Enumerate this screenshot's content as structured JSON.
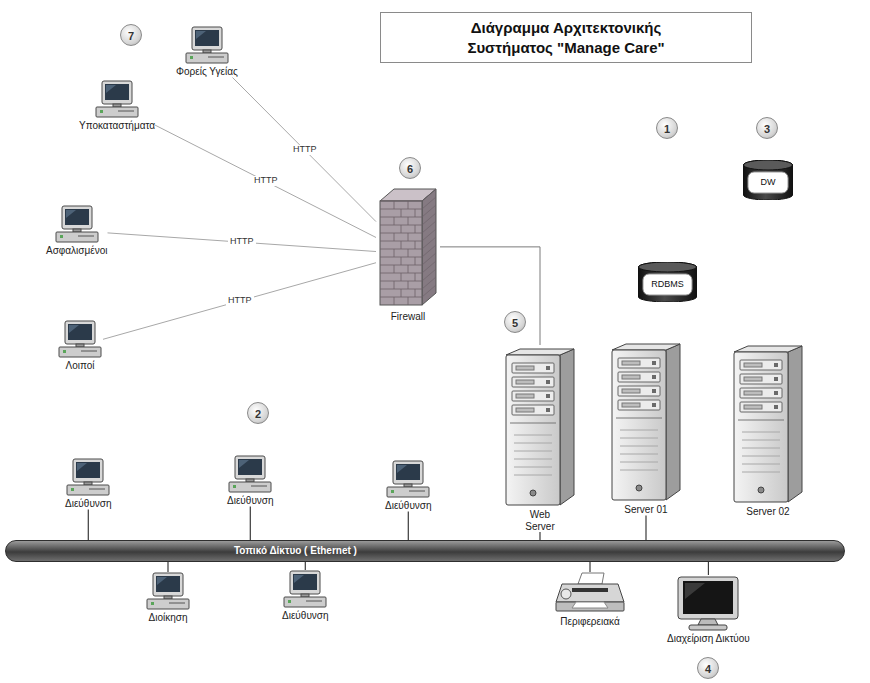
{
  "diagram": {
    "title": "Διάγραμμα Αρχιτεκτονικής Συστήματος \"Manage Care\"",
    "nodes": [
      {
        "text": [
          "Φορείς Υγείας"
        ]
      },
      {
        "text": [
          "Υποκαταστήματα"
        ]
      },
      {
        "text": [
          "Ασφαλισμένοι"
        ]
      },
      {
        "text": [
          "Firewall"
        ]
      },
      {
        "text": [
          "Λοιποί"
        ]
      },
      {
        "text": [
          "RDBMS"
        ]
      },
      {
        "text": [
          "DW"
        ]
      },
      {
        "text": [
          "Web Server"
        ]
      },
      {
        "text": [
          "Server 01"
        ]
      },
      {
        "text": [
          "Server 02"
        ]
      },
      {
        "text": [
          "Διεύθυνση"
        ]
      },
      {
        "text": [
          "Διεύθυνση"
        ]
      },
      {
        "text": [
          "Διεύθυνση"
        ]
      },
      {
        "text": [
          "Τοπικό Δίκτυο ( Ethernet )"
        ]
      },
      {
        "text": [
          "Διοίκηση"
        ]
      },
      {
        "text": [
          "Διεύθυνση"
        ]
      },
      {
        "text": [
          "Περιφερειακά"
        ]
      },
      {
        "text": [
          "Διαχείριση Δικτύου"
        ]
      }
    ],
    "edges": [
      {
        "from": 0,
        "to": 3,
        "label": "HTTP",
        "arrow": "none"
      },
      {
        "from": 1,
        "to": 3,
        "label": "HTTP",
        "arrow": "none"
      },
      {
        "from": 2,
        "to": 3,
        "label": "HTTP",
        "arrow": "none"
      },
      {
        "from": 4,
        "to": 3,
        "label": "HTTP",
        "arrow": "none"
      },
      {
        "from": 3,
        "to": 7,
        "arrow": "none"
      },
      {
        "from": 13,
        "to": 10,
        "arrow": "none"
      },
      {
        "from": 13,
        "to": 11,
        "arrow": "none"
      },
      {
        "from": 13,
        "to": 12,
        "arrow": "none"
      },
      {
        "from": 13,
        "to": 14,
        "arrow": "none"
      },
      {
        "from": 13,
        "to": 15,
        "arrow": "none"
      },
      {
        "from": 13,
        "to": 16,
        "arrow": "none"
      },
      {
        "from": 13,
        "to": 17,
        "arrow": "none"
      },
      {
        "from": 13,
        "to": 7,
        "arrow": "none"
      },
      {
        "from": 13,
        "to": 8,
        "arrow": "none"
      }
    ],
    "labels": [
      "7",
      "6",
      "1",
      "3",
      "5",
      "2",
      "4"
    ]
  }
}
